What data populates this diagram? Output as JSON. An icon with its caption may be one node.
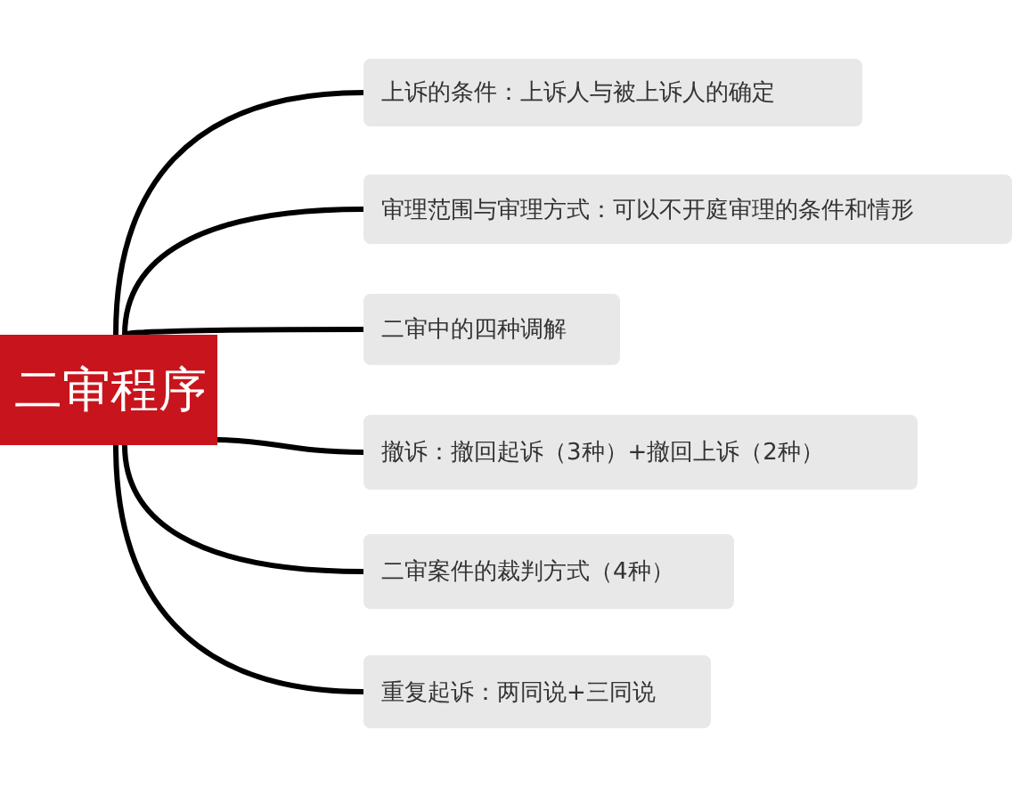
{
  "diagram": {
    "nodes": [
      {
        "text": [
          "二审程序"
        ]
      },
      {
        "text": [
          "上诉的条件：上诉人与被上诉人的确定"
        ]
      },
      {
        "text": [
          "审理范围与审理方式：可以不开庭审理的条件和情形"
        ]
      },
      {
        "text": [
          "二审中的四种调解"
        ]
      },
      {
        "text": [
          "撤诉：撤回起诉（3种）+撤回上诉（2种）"
        ]
      },
      {
        "text": [
          "二审案件的裁判方式（4种）"
        ]
      },
      {
        "text": [
          "重复起诉：两同说+三同说"
        ]
      }
    ],
    "edges": [
      {
        "from": 0,
        "to": 1,
        "arrow": "none"
      },
      {
        "from": 0,
        "to": 2,
        "arrow": "none"
      },
      {
        "from": 0,
        "to": 3,
        "arrow": "none"
      },
      {
        "from": 0,
        "to": 4,
        "arrow": "none"
      },
      {
        "from": 0,
        "to": 5,
        "arrow": "none"
      },
      {
        "from": 0,
        "to": 6,
        "arrow": "none"
      }
    ]
  }
}
